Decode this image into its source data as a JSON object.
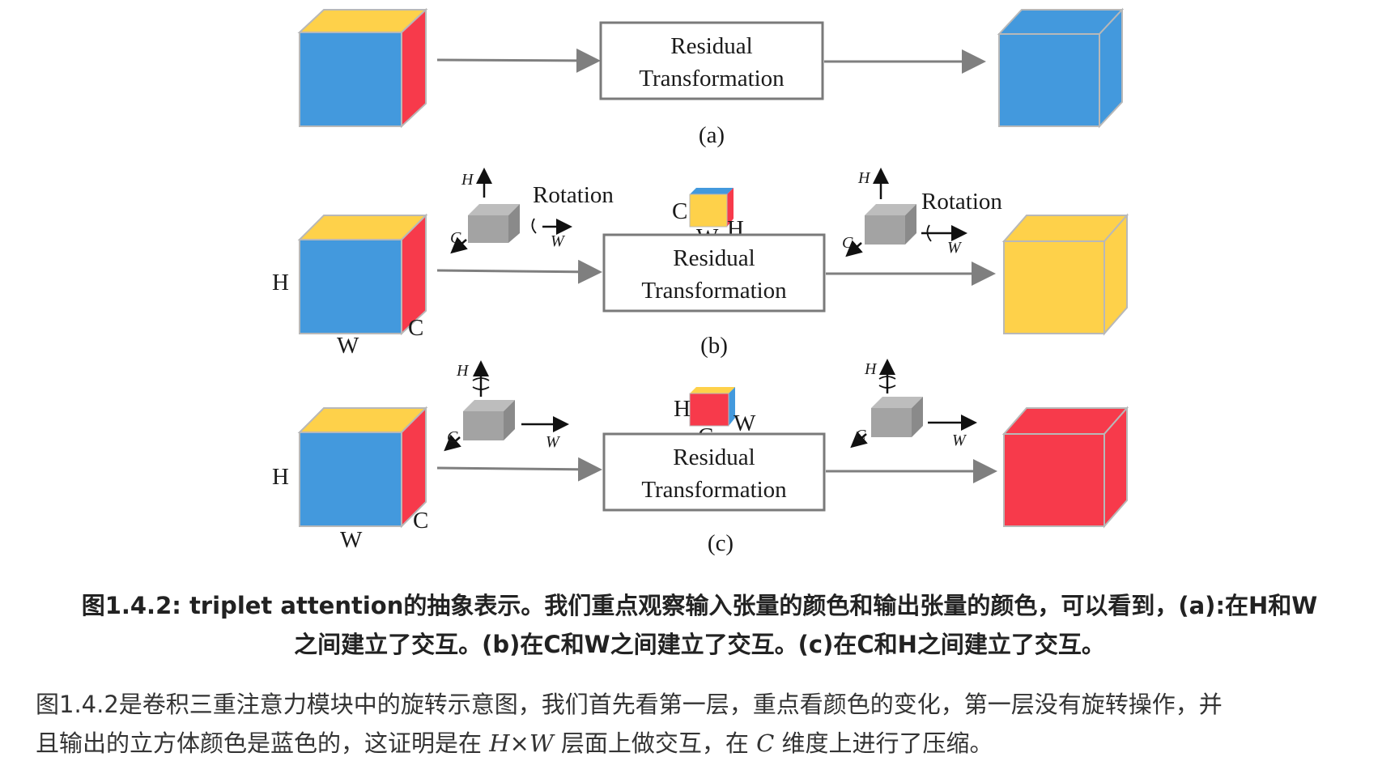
{
  "colors": {
    "blue": "#4399DD",
    "yellow": "#FED14A",
    "red": "#F73A4B",
    "gray": "#9d9d9d",
    "arrow": "#7f7f7f"
  },
  "figure": {
    "residual_line1": "Residual",
    "residual_line2": "Transformation",
    "rotation": "Rotation",
    "panel_a": "(a)",
    "panel_b": "(b)",
    "panel_c": "(c)",
    "label_H": "H",
    "label_W": "W",
    "label_C": "C"
  },
  "caption": {
    "line1": "图1.4.2: triplet attention的抽象表示。我们重点观察输入张量的颜色和输出张量的颜色，可以看到，(a):在H和W",
    "line2": "之间建立了交互。(b)在C和W之间建立了交互。(c)在C和H之间建立了交互。"
  },
  "paragraph": {
    "line1": "图1.4.2是卷积三重注意力模块中的旋转示意图，我们首先看第一层，重点看颜色的变化，第一层没有旋转操作，并",
    "line2_a": "且输出的立方体颜色是蓝色的，这证明是在 ",
    "math_H": "H",
    "times": "×",
    "math_W": "W",
    "line2_b": " 层面上做交互，在 ",
    "math_C": "C",
    "line2_c": " 维度上进行了压缩。"
  }
}
